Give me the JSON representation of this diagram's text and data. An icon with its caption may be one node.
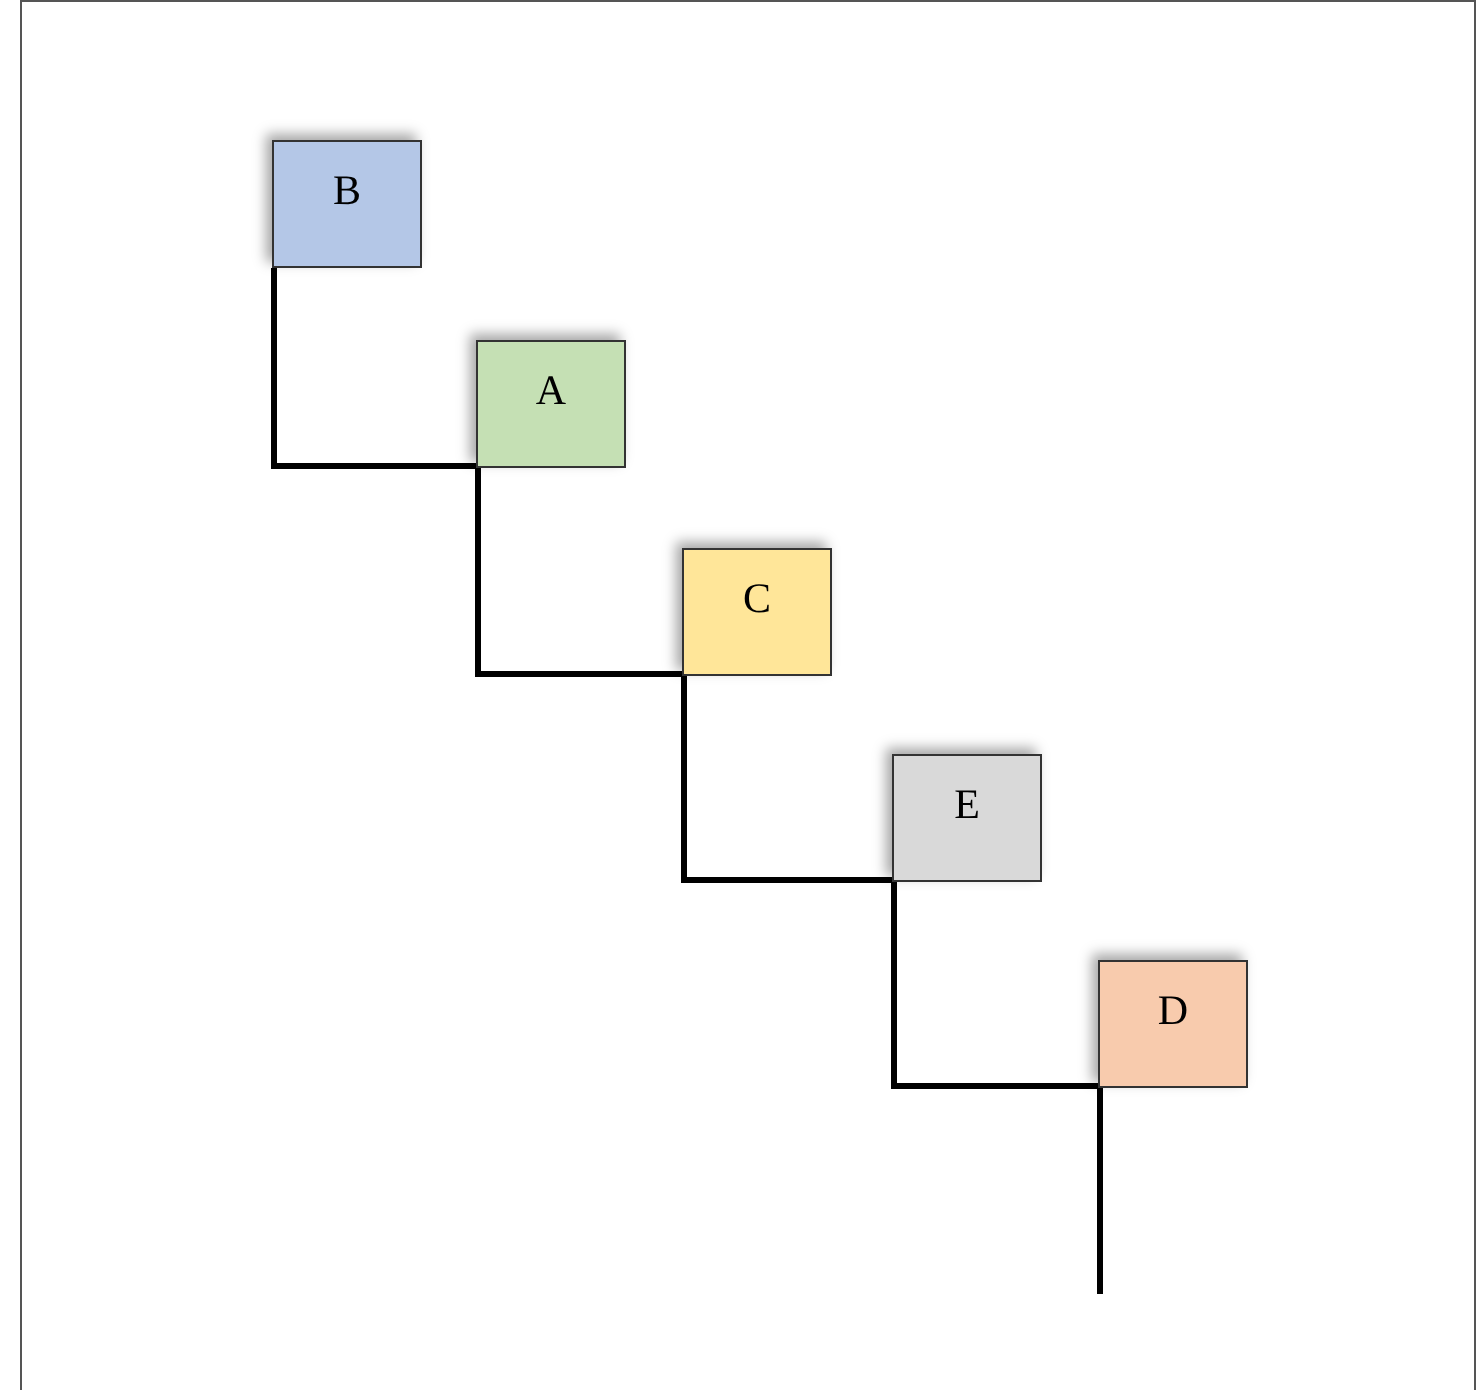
{
  "diagram": {
    "nodes": [
      {
        "text": [
          "B"
        ]
      },
      {
        "text": [
          "A"
        ]
      },
      {
        "text": [
          "C"
        ]
      },
      {
        "text": [
          "E"
        ]
      },
      {
        "text": [
          "D"
        ]
      }
    ],
    "edges": [
      {
        "from": 0,
        "to": 1,
        "arrow": "none"
      },
      {
        "from": 1,
        "to": 2,
        "arrow": "none"
      },
      {
        "from": 2,
        "to": 3,
        "arrow": "none"
      },
      {
        "from": 3,
        "to": 4,
        "arrow": "none"
      },
      {
        "from": 4,
        "to": null,
        "arrow": "none"
      }
    ]
  }
}
